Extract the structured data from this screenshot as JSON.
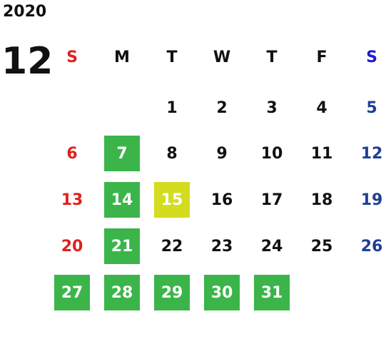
{
  "calendar": {
    "year": "2020",
    "month": "12",
    "weekdays": [
      {
        "label": "S",
        "color": "#e02020"
      },
      {
        "label": "M",
        "color": "#111111"
      },
      {
        "label": "T",
        "color": "#111111"
      },
      {
        "label": "W",
        "color": "#111111"
      },
      {
        "label": "T",
        "color": "#111111"
      },
      {
        "label": "F",
        "color": "#111111"
      },
      {
        "label": "S",
        "color": "#1a1ad0"
      }
    ],
    "weeks": [
      [
        null,
        null,
        "1",
        "2",
        "3",
        "4",
        "5"
      ],
      [
        "6",
        "7",
        "8",
        "9",
        "10",
        "11",
        "12"
      ],
      [
        "13",
        "14",
        "15",
        "16",
        "17",
        "18",
        "19"
      ],
      [
        "20",
        "21",
        "22",
        "23",
        "24",
        "25",
        "26"
      ],
      [
        "27",
        "28",
        "29",
        "30",
        "31",
        null,
        null
      ]
    ],
    "highlighted_green": [
      "7",
      "14",
      "21",
      "27",
      "28",
      "29",
      "30",
      "31"
    ],
    "highlighted_yellow": [
      "15"
    ],
    "colors": {
      "sunday": "#e02020",
      "saturday": "#1f3f96",
      "green_highlight": "#3bb54a",
      "yellow_highlight": "#d4dc20"
    }
  }
}
